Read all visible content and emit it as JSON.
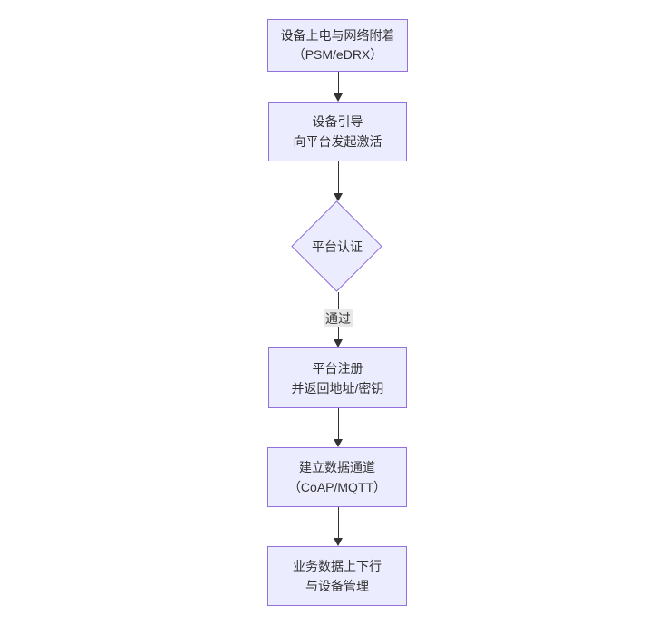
{
  "diagram": {
    "type": "flowchart-top-down",
    "nodes": [
      {
        "id": "power_attach",
        "shape": "rect",
        "lines": [
          "设备上电与网络附着",
          "（PSM/eDRX）"
        ]
      },
      {
        "id": "bootstrap",
        "shape": "rect",
        "lines": [
          "设备引导",
          "向平台发起激活"
        ]
      },
      {
        "id": "platform_auth",
        "shape": "diamond",
        "lines": [
          "平台认证"
        ]
      },
      {
        "id": "platform_register",
        "shape": "rect",
        "lines": [
          "平台注册",
          "并返回地址/密钥"
        ]
      },
      {
        "id": "data_channel",
        "shape": "rect",
        "lines": [
          "建立数据通道",
          "（CoAP/MQTT）"
        ]
      },
      {
        "id": "business_data",
        "shape": "rect",
        "lines": [
          "业务数据上下行",
          "与设备管理"
        ]
      }
    ],
    "edges": [
      {
        "from": "power_attach",
        "to": "bootstrap",
        "label": ""
      },
      {
        "from": "bootstrap",
        "to": "platform_auth",
        "label": ""
      },
      {
        "from": "platform_auth",
        "to": "platform_register",
        "label": "通过"
      },
      {
        "from": "platform_register",
        "to": "data_channel",
        "label": ""
      },
      {
        "from": "data_channel",
        "to": "business_data",
        "label": ""
      }
    ],
    "colors": {
      "node_fill": "#ECECFF",
      "node_border": "#9370DB",
      "edge_line": "#333333",
      "text": "#333333",
      "edge_label_bg": "#e8e8e8",
      "background": "#ffffff"
    }
  }
}
